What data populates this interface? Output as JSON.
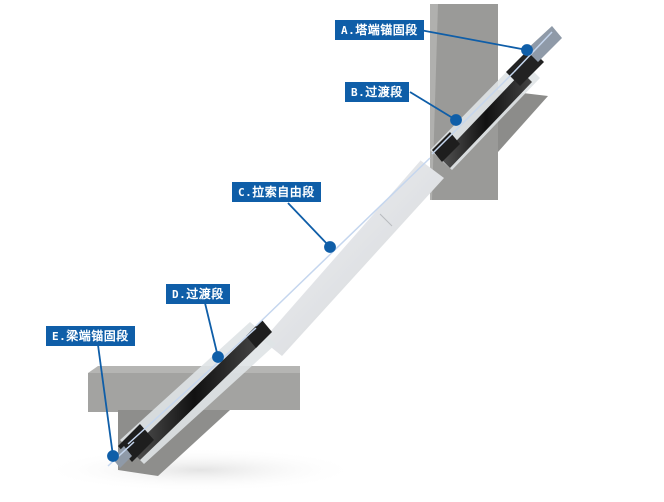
{
  "diagram": {
    "colors": {
      "label_bg": "#0f5ea8",
      "label_text": "#ffffff",
      "leader_line": "#0f5ea8",
      "concrete": "#9a9a98",
      "concrete_dark": "#7e7e7c",
      "cable_light": "#e2e4e6",
      "anchor_dark": "#2a2a2a",
      "arrow": "#c5d6ee"
    },
    "labels": [
      {
        "id": "A",
        "prefix": "A.",
        "text": "塔端锚固段"
      },
      {
        "id": "B",
        "prefix": "B.",
        "text": "过渡段"
      },
      {
        "id": "C",
        "prefix": "C.",
        "text": "拉索自由段"
      },
      {
        "id": "D",
        "prefix": "D.",
        "text": "过渡段"
      },
      {
        "id": "E",
        "prefix": "E.",
        "text": "梁端锚固段"
      }
    ]
  }
}
